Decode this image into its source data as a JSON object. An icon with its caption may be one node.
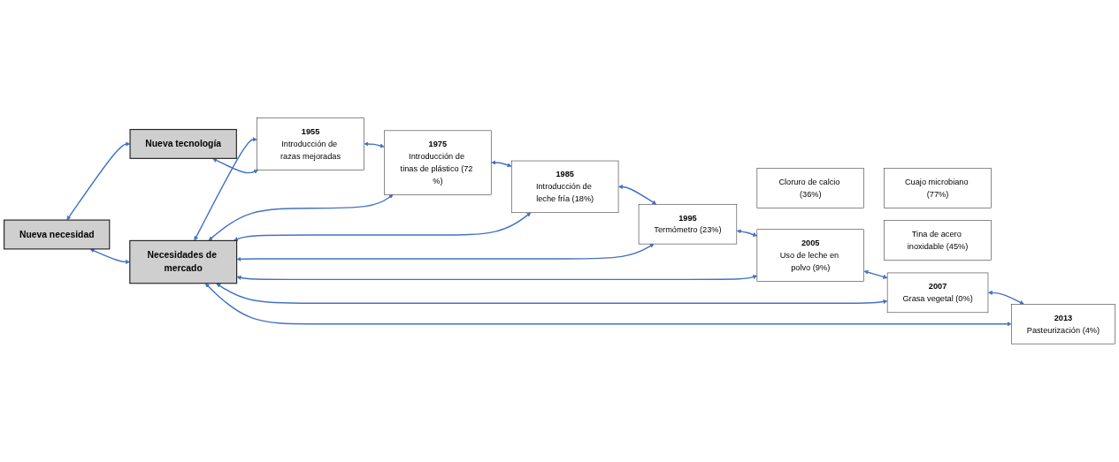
{
  "diagram": {
    "nodes": [
      {
        "text": [
          "Nueva necesidad"
        ]
      },
      {
        "text": [
          "Necesidades de mercado"
        ]
      },
      {
        "text": [
          "Nueva tecnología"
        ]
      },
      {
        "text": [
          "1955",
          "Introducción de razas mejoradas"
        ]
      },
      {
        "text": [
          "1975",
          "Introducción de tinas de plástico (72 %)"
        ]
      },
      {
        "text": [
          "1985",
          "Introducción de leche fría (18%)"
        ]
      },
      {
        "text": [
          "1995",
          "Termómetro (23%)"
        ]
      },
      {
        "text": [
          "Cloruro de calcio (36%)"
        ]
      },
      {
        "text": [
          "Cuajo microbiano (77%)"
        ]
      },
      {
        "text": [
          "2005",
          "Uso de leche en polvo (9%)"
        ]
      },
      {
        "text": [
          "Tina de acero inoxidable (45%)"
        ]
      },
      {
        "text": [
          "2007",
          "Grasa vegetal (0%)"
        ]
      },
      {
        "text": [
          "2013",
          "Pasteurización (4%)"
        ]
      }
    ],
    "edges": [
      {
        "from": 0,
        "to": 1,
        "arrow": "both"
      },
      {
        "from": 0,
        "to": 2,
        "arrow": "both"
      },
      {
        "from": 2,
        "to": 3,
        "arrow": "both"
      },
      {
        "from": 1,
        "to": 3,
        "arrow": "both"
      },
      {
        "from": 1,
        "to": 4,
        "arrow": "both"
      },
      {
        "from": 1,
        "to": 5,
        "arrow": "both"
      },
      {
        "from": 1,
        "to": 6,
        "arrow": "both"
      },
      {
        "from": 1,
        "to": 9,
        "arrow": "both"
      },
      {
        "from": 1,
        "to": 11,
        "arrow": "both"
      },
      {
        "from": 1,
        "to": 12,
        "arrow": "both"
      },
      {
        "from": 3,
        "to": 4,
        "arrow": "both"
      },
      {
        "from": 4,
        "to": 5,
        "arrow": "both"
      },
      {
        "from": 5,
        "to": 6,
        "arrow": "both"
      },
      {
        "from": 6,
        "to": 9,
        "arrow": "both"
      },
      {
        "from": 9,
        "to": 11,
        "arrow": "both"
      },
      {
        "from": 11,
        "to": 12,
        "arrow": "both"
      }
    ]
  }
}
